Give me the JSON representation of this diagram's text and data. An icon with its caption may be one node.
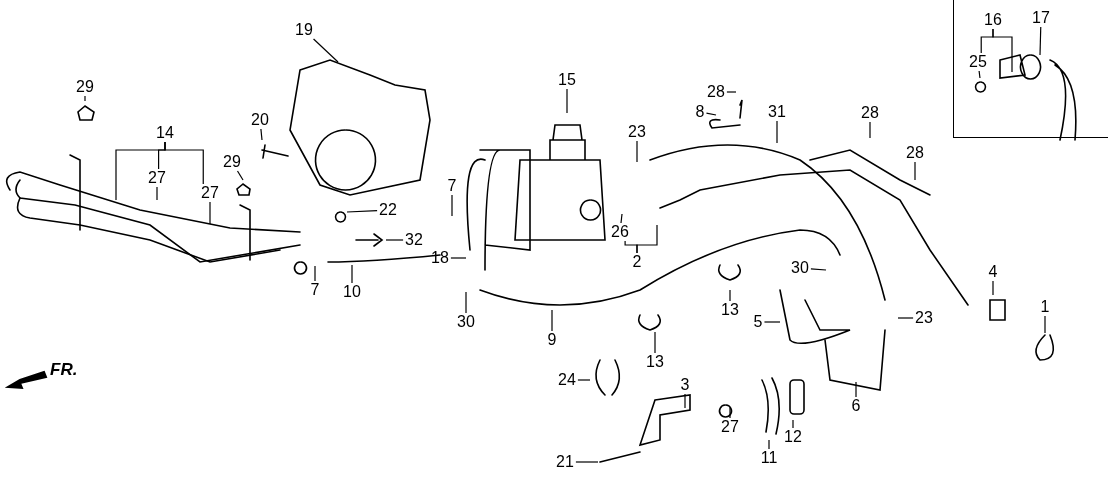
{
  "diagram": {
    "nodes": [
      {
        "text": [],
        "shape": "box"
      },
      {
        "text": [
          "19"
        ]
      },
      {
        "text": [
          "16"
        ],
        "in": 0
      },
      {
        "text": [
          "17"
        ],
        "in": 0
      },
      {
        "text": [
          "25"
        ],
        "in": 0
      },
      {
        "text": [
          "29"
        ]
      },
      {
        "text": [
          "14"
        ]
      },
      {
        "text": [
          "15"
        ]
      },
      {
        "text": [
          "28"
        ]
      },
      {
        "text": [
          "8"
        ]
      },
      {
        "text": [
          "31"
        ]
      },
      {
        "text": [
          "20"
        ]
      },
      {
        "text": [
          "23"
        ]
      },
      {
        "text": [
          "28"
        ]
      },
      {
        "text": [
          "28"
        ]
      },
      {
        "text": [
          "27"
        ]
      },
      {
        "text": [
          "29"
        ]
      },
      {
        "text": [
          "27"
        ]
      },
      {
        "text": [
          "7"
        ]
      },
      {
        "text": [
          "22"
        ]
      },
      {
        "text": [
          "32"
        ]
      },
      {
        "text": [
          "26"
        ]
      },
      {
        "text": [
          "18"
        ]
      },
      {
        "text": [
          "2"
        ]
      },
      {
        "text": [
          "7"
        ]
      },
      {
        "text": [
          "10"
        ]
      },
      {
        "text": [
          "30"
        ]
      },
      {
        "text": [
          "30"
        ]
      },
      {
        "text": [
          "13"
        ]
      },
      {
        "text": [
          "5"
        ]
      },
      {
        "text": [
          "23"
        ]
      },
      {
        "text": [
          "4"
        ]
      },
      {
        "text": [
          "1"
        ]
      },
      {
        "text": [
          "9"
        ]
      },
      {
        "text": [
          "13"
        ]
      },
      {
        "text": [
          "6"
        ]
      },
      {
        "text": [
          "24"
        ]
      },
      {
        "text": [
          "3"
        ]
      },
      {
        "text": [
          "27"
        ]
      },
      {
        "text": [
          "12"
        ]
      },
      {
        "text": [
          "11"
        ]
      },
      {
        "text": [
          "21"
        ]
      }
    ],
    "edges": [
      {
        "from": 1,
        "to": null,
        "arrow": "none"
      },
      {
        "from": 2,
        "to": 4,
        "arrow": "none"
      },
      {
        "from": 2,
        "to": null,
        "arrow": "none"
      },
      {
        "from": 3,
        "to": null,
        "arrow": "none"
      },
      {
        "from": 4,
        "to": null,
        "arrow": "none"
      },
      {
        "from": 5,
        "to": null,
        "arrow": "none"
      },
      {
        "from": 6,
        "to": null,
        "arrow": "none"
      },
      {
        "from": 6,
        "to": 15,
        "arrow": "none"
      },
      {
        "from": 6,
        "to": 17,
        "arrow": "none"
      },
      {
        "from": 7,
        "to": null,
        "arrow": "none"
      },
      {
        "from": 8,
        "to": null,
        "arrow": "none"
      },
      {
        "from": 9,
        "to": null,
        "arrow": "none"
      },
      {
        "from": 10,
        "to": null,
        "arrow": "none"
      },
      {
        "from": 11,
        "to": null,
        "arrow": "none"
      },
      {
        "from": 12,
        "to": null,
        "arrow": "none"
      },
      {
        "from": 13,
        "to": null,
        "arrow": "none"
      },
      {
        "from": 14,
        "to": null,
        "arrow": "none"
      },
      {
        "from": 15,
        "to": null,
        "arrow": "none"
      },
      {
        "from": 16,
        "to": null,
        "arrow": "none"
      },
      {
        "from": 17,
        "to": null,
        "arrow": "none"
      },
      {
        "from": 18,
        "to": null,
        "arrow": "none"
      },
      {
        "from": 19,
        "to": null,
        "arrow": "none"
      },
      {
        "from": 20,
        "to": null,
        "arrow": "none"
      },
      {
        "from": 21,
        "to": null,
        "arrow": "none"
      },
      {
        "from": 22,
        "to": null,
        "arrow": "none"
      },
      {
        "from": 23,
        "to": 21,
        "arrow": "none"
      },
      {
        "from": 23,
        "to": null,
        "arrow": "none"
      },
      {
        "from": 24,
        "to": null,
        "arrow": "none"
      },
      {
        "from": 25,
        "to": null,
        "arrow": "none"
      },
      {
        "from": 26,
        "to": null,
        "arrow": "none"
      },
      {
        "from": 27,
        "to": null,
        "arrow": "none"
      },
      {
        "from": 28,
        "to": null,
        "arrow": "none"
      },
      {
        "from": 29,
        "to": null,
        "arrow": "none"
      },
      {
        "from": 30,
        "to": null,
        "arrow": "none"
      },
      {
        "from": 31,
        "to": null,
        "arrow": "none"
      },
      {
        "from": 32,
        "to": null,
        "arrow": "none"
      },
      {
        "from": 33,
        "to": null,
        "arrow": "none"
      },
      {
        "from": 34,
        "to": null,
        "arrow": "none"
      },
      {
        "from": 35,
        "to": null,
        "arrow": "none"
      },
      {
        "from": 36,
        "to": null,
        "arrow": "none"
      },
      {
        "from": 37,
        "to": null,
        "arrow": "none"
      },
      {
        "from": 38,
        "to": null,
        "arrow": "none"
      },
      {
        "from": 39,
        "to": null,
        "arrow": "none"
      },
      {
        "from": 40,
        "to": null,
        "arrow": "none"
      },
      {
        "from": 41,
        "to": null,
        "arrow": "none"
      }
    ],
    "labels": [
      "FR."
    ]
  }
}
